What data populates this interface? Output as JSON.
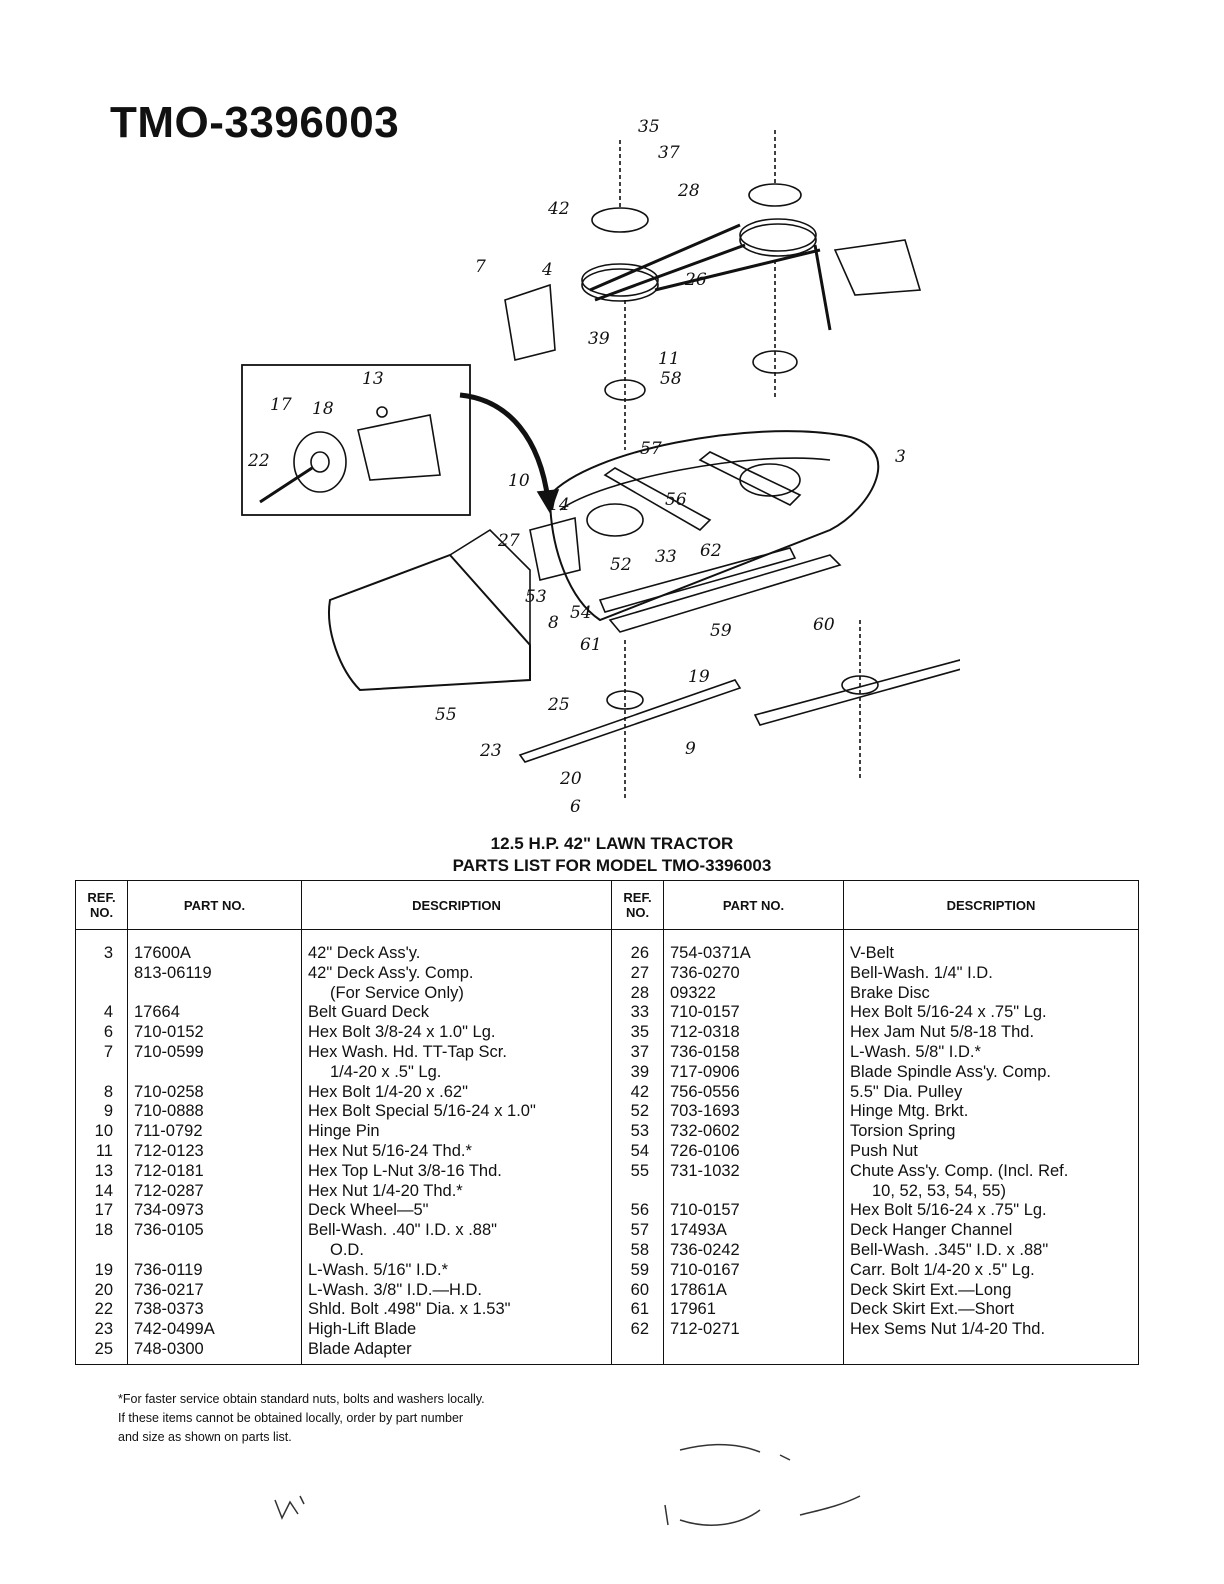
{
  "model_title": "TMO-3396003",
  "heading_line1": "12.5 H.P. 42\" LAWN TRACTOR",
  "heading_line2": "PARTS LIST FOR MODEL TMO-3396003",
  "columns": {
    "ref_no": "REF. NO.",
    "part_no": "PART NO.",
    "description": "DESCRIPTION"
  },
  "left_parts": [
    {
      "ref": "3",
      "part": "17600A",
      "desc": "42\" Deck Ass'y."
    },
    {
      "ref": "",
      "part": "813-06119",
      "desc": "42\" Deck Ass'y. Comp."
    },
    {
      "ref": "",
      "part": "",
      "desc": "(For Service Only)",
      "indent": true
    },
    {
      "ref": "4",
      "part": "17664",
      "desc": "Belt Guard Deck"
    },
    {
      "ref": "6",
      "part": "710-0152",
      "desc": "Hex Bolt 3/8-24 x 1.0\" Lg."
    },
    {
      "ref": "7",
      "part": "710-0599",
      "desc": "Hex Wash. Hd. TT-Tap Scr."
    },
    {
      "ref": "",
      "part": "",
      "desc": "1/4-20 x .5\" Lg.",
      "indent": true
    },
    {
      "ref": "8",
      "part": "710-0258",
      "desc": "Hex Bolt 1/4-20 x .62\""
    },
    {
      "ref": "9",
      "part": "710-0888",
      "desc": "Hex Bolt Special 5/16-24 x 1.0\""
    },
    {
      "ref": "10",
      "part": "711-0792",
      "desc": "Hinge Pin"
    },
    {
      "ref": "11",
      "part": "712-0123",
      "desc": "Hex Nut 5/16-24 Thd.*"
    },
    {
      "ref": "13",
      "part": "712-0181",
      "desc": "Hex Top L-Nut 3/8-16 Thd."
    },
    {
      "ref": "14",
      "part": "712-0287",
      "desc": "Hex Nut 1/4-20 Thd.*"
    },
    {
      "ref": "17",
      "part": "734-0973",
      "desc": "Deck Wheel—5\""
    },
    {
      "ref": "18",
      "part": "736-0105",
      "desc": "Bell-Wash. .40\" I.D. x .88\""
    },
    {
      "ref": "",
      "part": "",
      "desc": "O.D.",
      "indent": true
    },
    {
      "ref": "19",
      "part": "736-0119",
      "desc": "L-Wash. 5/16\" I.D.*"
    },
    {
      "ref": "20",
      "part": "736-0217",
      "desc": "L-Wash. 3/8\" I.D.—H.D."
    },
    {
      "ref": "22",
      "part": "738-0373",
      "desc": "Shld. Bolt .498\" Dia. x 1.53\""
    },
    {
      "ref": "23",
      "part": "742-0499A",
      "desc": "High-Lift Blade"
    },
    {
      "ref": "25",
      "part": "748-0300",
      "desc": "Blade Adapter"
    }
  ],
  "right_parts": [
    {
      "ref": "26",
      "part": "754-0371A",
      "desc": "V-Belt"
    },
    {
      "ref": "27",
      "part": "736-0270",
      "desc": "Bell-Wash. 1/4\" I.D."
    },
    {
      "ref": "28",
      "part": "09322",
      "desc": "Brake Disc"
    },
    {
      "ref": "33",
      "part": "710-0157",
      "desc": "Hex Bolt 5/16-24 x .75\" Lg."
    },
    {
      "ref": "35",
      "part": "712-0318",
      "desc": "Hex Jam Nut 5/8-18 Thd."
    },
    {
      "ref": "37",
      "part": "736-0158",
      "desc": "L-Wash. 5/8\" I.D.*"
    },
    {
      "ref": "39",
      "part": "717-0906",
      "desc": "Blade Spindle Ass'y. Comp."
    },
    {
      "ref": "42",
      "part": "756-0556",
      "desc": "5.5\" Dia. Pulley"
    },
    {
      "ref": "52",
      "part": "703-1693",
      "desc": "Hinge Mtg. Brkt."
    },
    {
      "ref": "53",
      "part": "732-0602",
      "desc": "Torsion Spring"
    },
    {
      "ref": "54",
      "part": "726-0106",
      "desc": "Push Nut"
    },
    {
      "ref": "55",
      "part": "731-1032",
      "desc": "Chute Ass'y. Comp. (Incl. Ref."
    },
    {
      "ref": "",
      "part": "",
      "desc": "10, 52, 53, 54, 55)",
      "indent": true
    },
    {
      "ref": "56",
      "part": "710-0157",
      "desc": "Hex Bolt 5/16-24 x .75\" Lg."
    },
    {
      "ref": "57",
      "part": "17493A",
      "desc": "Deck Hanger Channel"
    },
    {
      "ref": "58",
      "part": "736-0242",
      "desc": "Bell-Wash. .345\" I.D. x .88\""
    },
    {
      "ref": "59",
      "part": "710-0167",
      "desc": "Carr. Bolt 1/4-20 x .5\" Lg."
    },
    {
      "ref": "60",
      "part": "17861A",
      "desc": "Deck Skirt Ext.—Long"
    },
    {
      "ref": "61",
      "part": "17961",
      "desc": "Deck Skirt Ext.—Short"
    },
    {
      "ref": "62",
      "part": "712-0271",
      "desc": "Hex Sems Nut 1/4-20 Thd."
    }
  ],
  "footnote": [
    "*For faster service obtain standard nuts, bolts and washers locally.",
    "If these items cannot be obtained locally, order by part number",
    "and size as shown on parts list."
  ],
  "callouts": [
    "35",
    "37",
    "28",
    "42",
    "26",
    "4",
    "7",
    "39",
    "11",
    "58",
    "57",
    "56",
    "3",
    "13",
    "17",
    "18",
    "22",
    "10",
    "14",
    "27",
    "52",
    "33",
    "62",
    "53",
    "8",
    "54",
    "61",
    "59",
    "60",
    "25",
    "19",
    "23",
    "9",
    "20",
    "6",
    "55"
  ]
}
